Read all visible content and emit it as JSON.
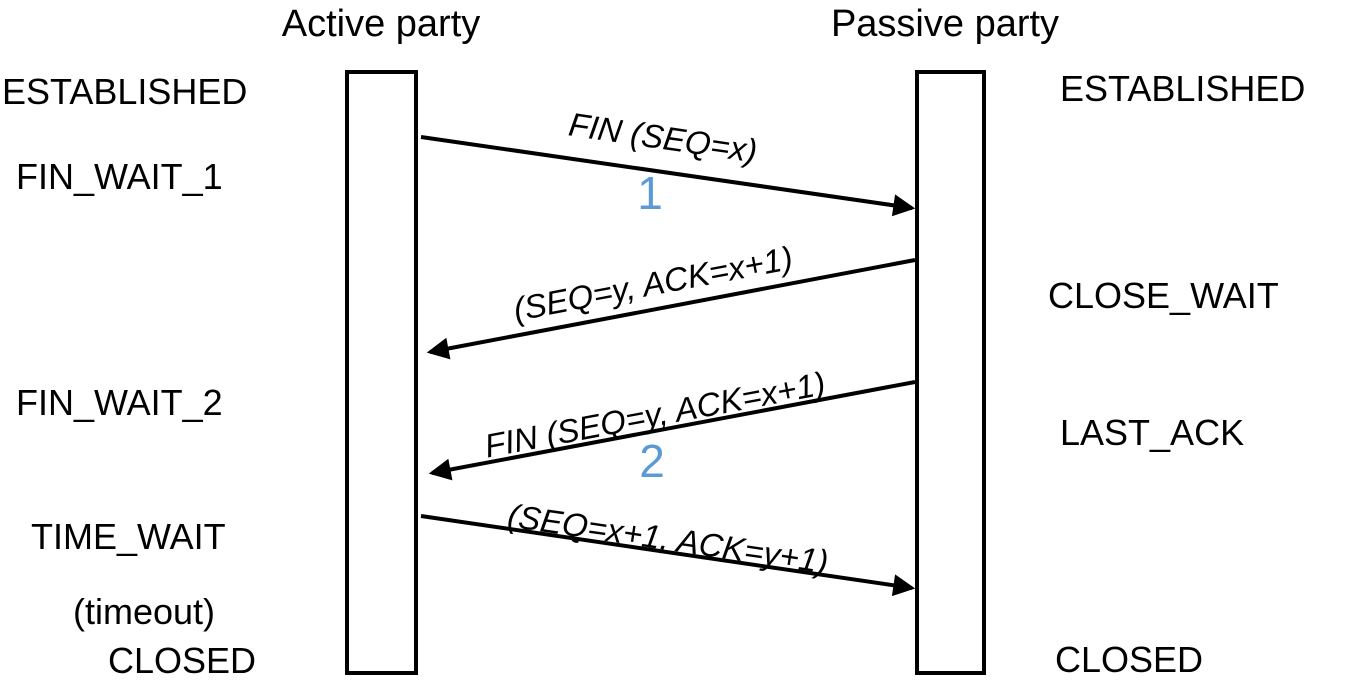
{
  "diagram": {
    "kind": "tcp-connection-release-sequence",
    "background": "#ffffff",
    "line_color": "#000000",
    "accent_blue": "#5b9bd5",
    "columns": {
      "left": {
        "title": "Active party"
      },
      "right": {
        "title": "Passive party"
      }
    },
    "left_states": [
      "ESTABLISHED",
      "FIN_WAIT_1",
      "FIN_WAIT_2",
      "TIME_WAIT",
      "(timeout)",
      "CLOSED"
    ],
    "right_states": [
      "ESTABLISHED",
      "CLOSE_WAIT",
      "LAST_ACK",
      "CLOSED"
    ],
    "messages": [
      {
        "label": "FIN (SEQ=x)",
        "number": "1",
        "from": "active",
        "to": "passive"
      },
      {
        "label": "(SEQ=y, ACK=x+1)",
        "number": "",
        "from": "passive",
        "to": "active"
      },
      {
        "label": "FIN (SEQ=y, ACK=x+1)",
        "number": "2",
        "from": "passive",
        "to": "active"
      },
      {
        "label": "(SEQ=x+1, ACK=y+1)",
        "number": "",
        "from": "active",
        "to": "passive"
      }
    ]
  }
}
